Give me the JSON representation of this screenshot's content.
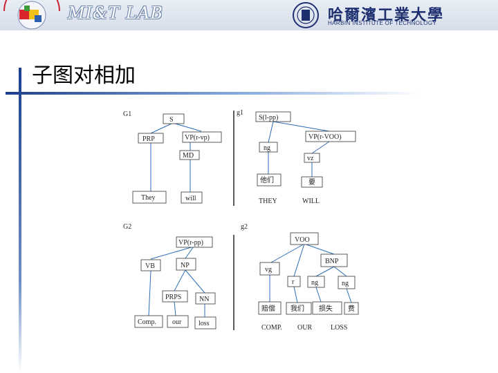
{
  "header": {
    "logo_text": "MI&T LAB",
    "university_cn": "哈爾濱工業大學",
    "university_en": "HARBIN INSTITUTE OF TECHNOLOGY"
  },
  "slide": {
    "title": "子图对相加"
  },
  "figure": {
    "g1_en": {
      "label": "G1",
      "nodes": {
        "s": "S",
        "prp": "PRP",
        "vp": "VP(r-vp)",
        "md": "MD",
        "they": "They",
        "will": "will"
      }
    },
    "g1_cn": {
      "label": "g1",
      "nodes": {
        "s": "S(l-pp)",
        "vp": "VP(r-VOO)",
        "ng": "ng",
        "vz": "vz",
        "tamen": "他们",
        "yao": "要"
      },
      "glosses": {
        "they": "THEY",
        "will": "WILL"
      }
    },
    "g2_en": {
      "label": "G2",
      "nodes": {
        "vp": "VP(r-pp)",
        "vb": "VB",
        "np": "NP",
        "prps": "PRPS",
        "nn": "NN",
        "comp": "Comp.",
        "our": "our",
        "loss": "loss"
      }
    },
    "g2_cn": {
      "label": "g2",
      "nodes": {
        "voo": "VOO",
        "bnp": "BNP",
        "vg": "vg",
        "r": "r",
        "ng1": "ng",
        "ng2": "ng",
        "peichang": "赔偿",
        "women": "我们",
        "sunshi": "损失",
        "fei": "费"
      },
      "glosses": {
        "comp": "COMP.",
        "our": "OUR",
        "loss": "LOSS"
      }
    }
  }
}
